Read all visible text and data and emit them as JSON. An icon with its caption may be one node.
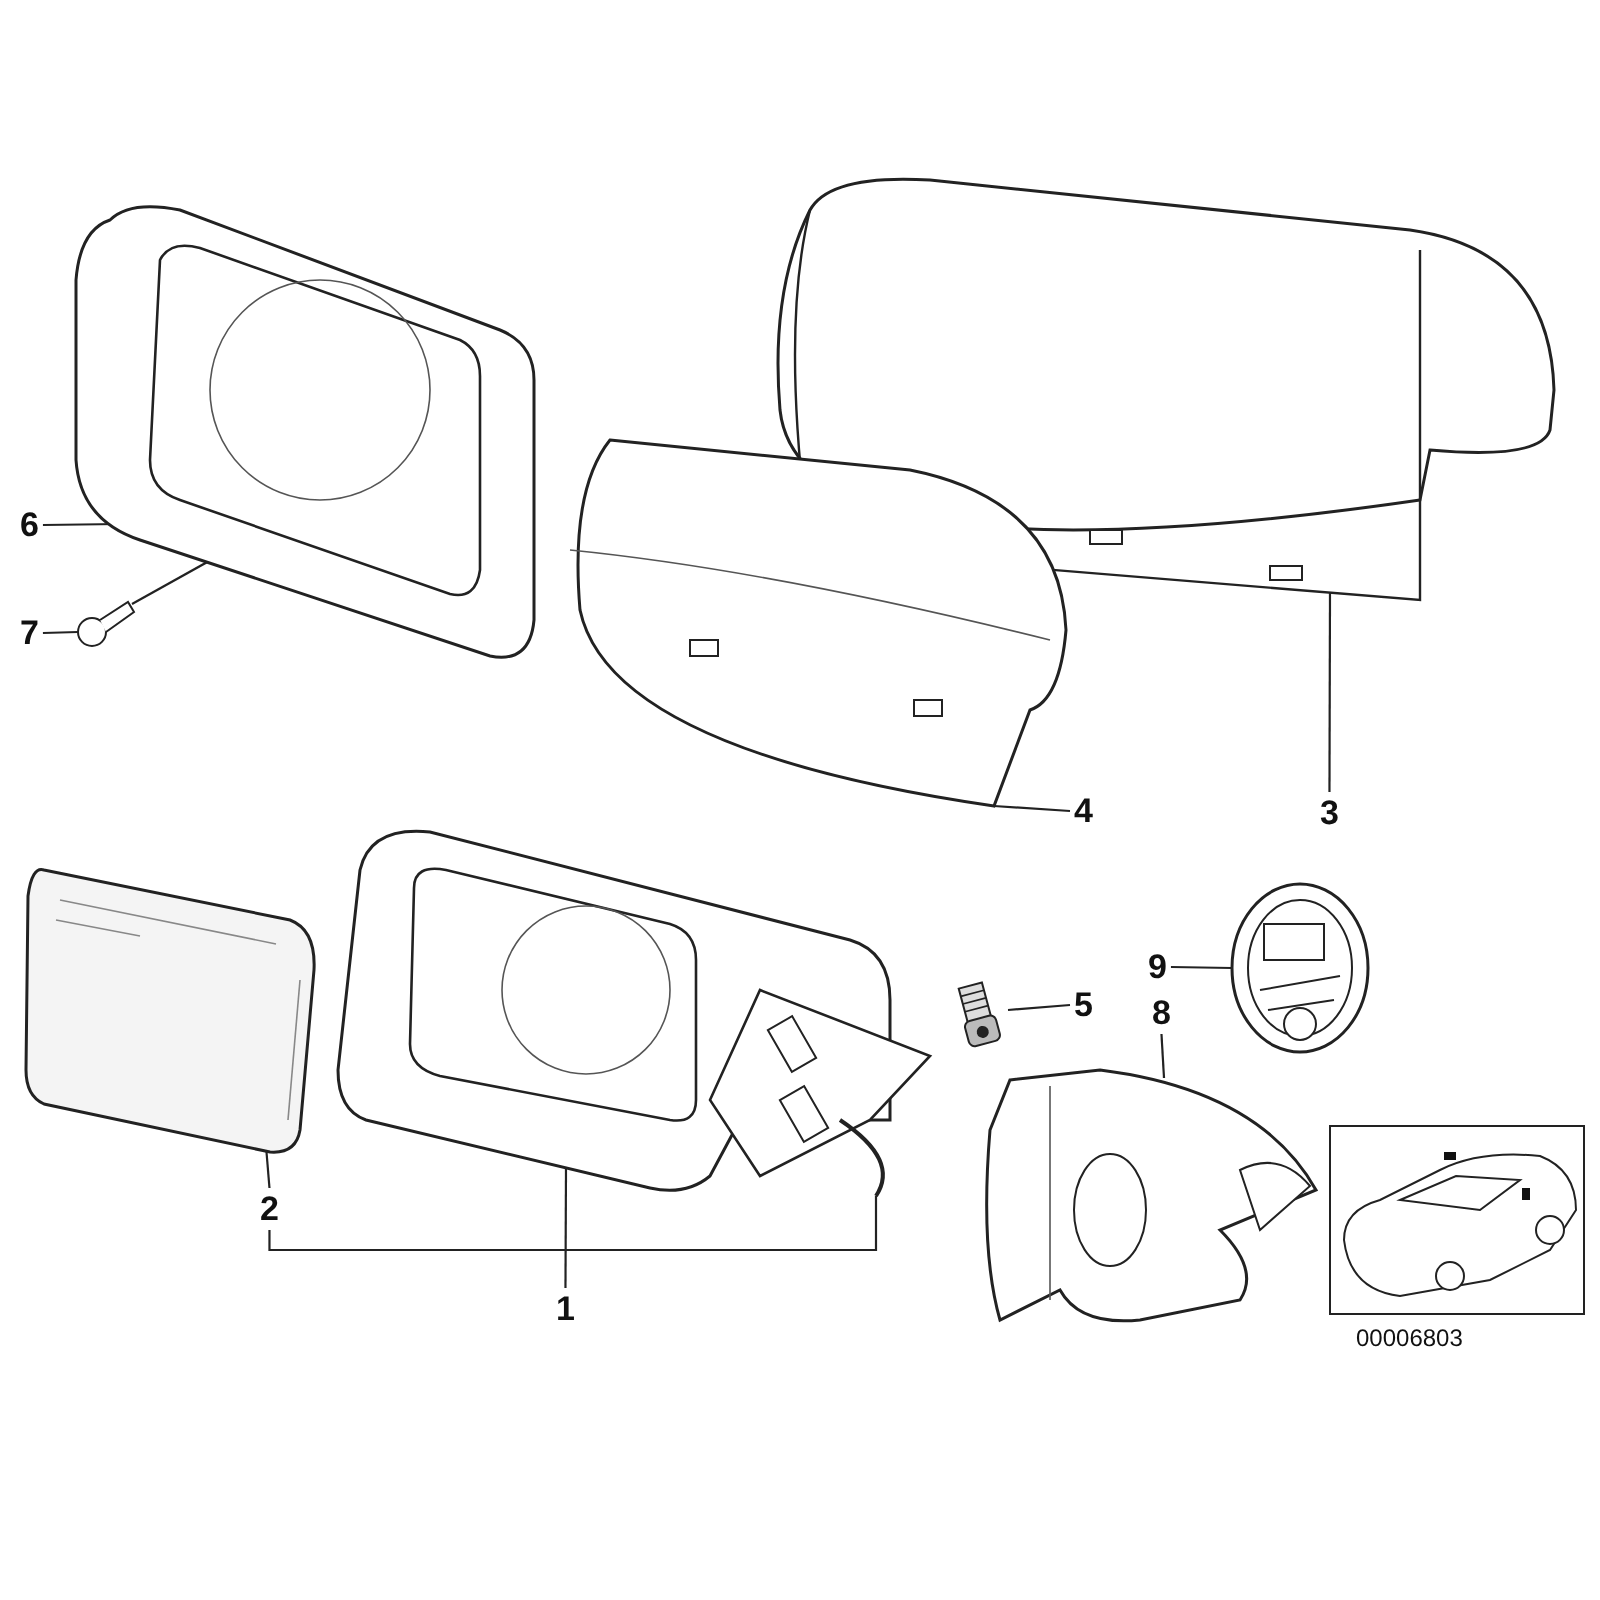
{
  "diagram": {
    "nodes": [
      {
        "text": [
          "1"
        ]
      },
      {
        "text": [
          "2"
        ]
      },
      {
        "text": [
          "3"
        ]
      },
      {
        "text": [
          "4"
        ]
      },
      {
        "text": [
          "5"
        ]
      },
      {
        "text": [
          "6"
        ]
      },
      {
        "text": [
          "7"
        ]
      },
      {
        "text": [
          "8"
        ]
      },
      {
        "text": [
          "9"
        ]
      },
      {
        "text": [],
        "shape": "picture"
      },
      {
        "text": [],
        "shape": "picture"
      },
      {
        "text": [],
        "shape": "picture"
      },
      {
        "text": [],
        "shape": "picture"
      },
      {
        "text": [],
        "shape": "picture"
      },
      {
        "text": [],
        "shape": "picture"
      },
      {
        "text": [],
        "shape": "picture"
      },
      {
        "text": [],
        "shape": "picture"
      },
      {
        "text": [],
        "shape": "picture"
      }
    ],
    "edges": [
      {
        "from": 0,
        "to": 9,
        "arrow": "none"
      },
      {
        "from": 1,
        "to": 10,
        "arrow": "none"
      },
      {
        "from": 2,
        "to": 11,
        "arrow": "none"
      },
      {
        "from": 3,
        "to": 12,
        "arrow": "none"
      },
      {
        "from": 4,
        "to": 13,
        "arrow": "none"
      },
      {
        "from": 5,
        "to": 14,
        "arrow": "none"
      },
      {
        "from": 6,
        "to": 15,
        "arrow": "none"
      },
      {
        "from": 7,
        "to": 16,
        "arrow": "none"
      },
      {
        "from": 8,
        "to": 17,
        "arrow": "none"
      },
      {
        "from": 15,
        "to": 14,
        "arrow": "none"
      },
      {
        "from": 1,
        "to": 9,
        "arrow": "none"
      }
    ],
    "labels": [
      "00006803"
    ]
  }
}
